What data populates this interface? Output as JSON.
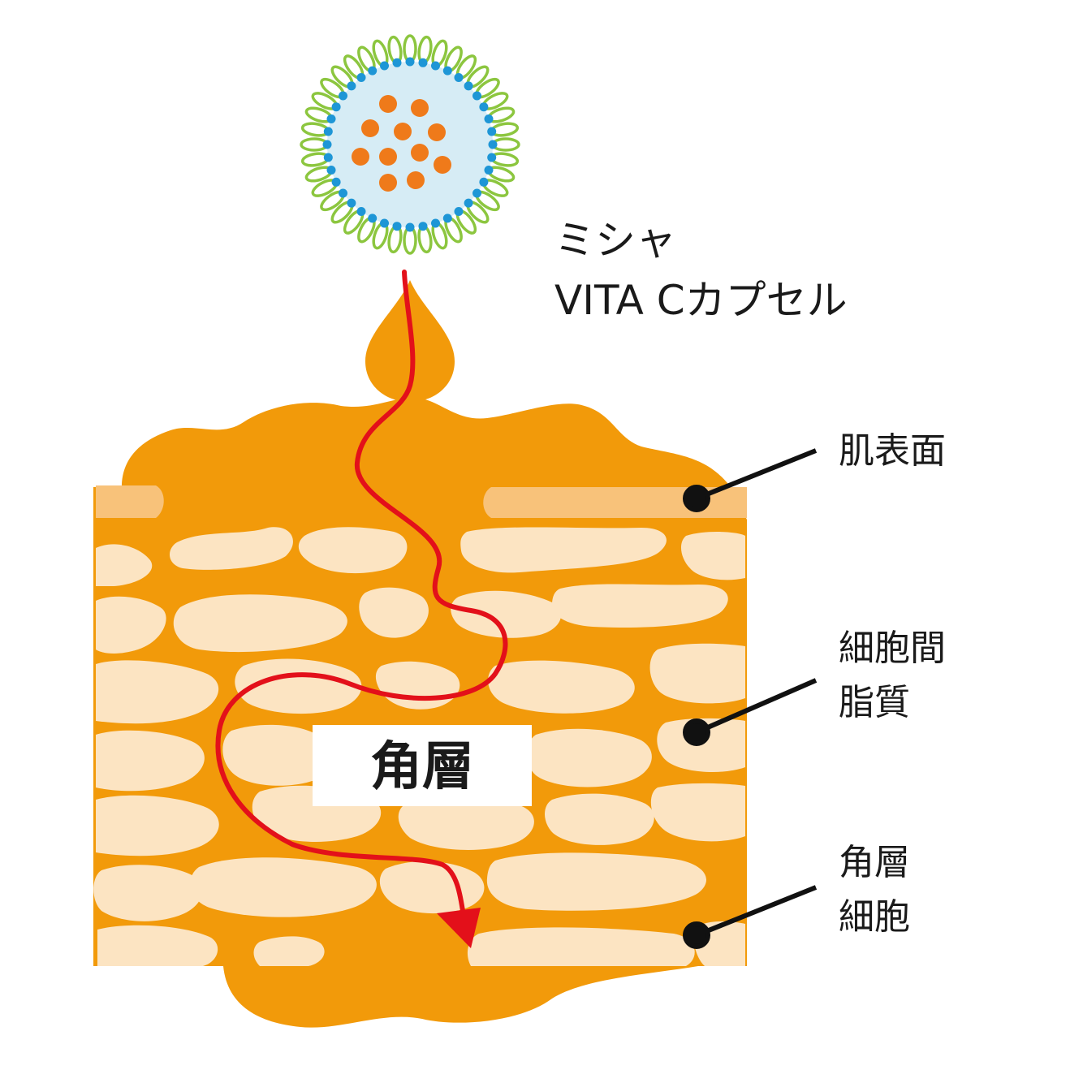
{
  "capsule": {
    "name_line1": "ミシャ",
    "name_line2": "VITA Cカプセル"
  },
  "center_label": "角層",
  "callouts": {
    "skin_surface": "肌表面",
    "intercellular_lipid_line1": "細胞間",
    "intercellular_lipid_line2": "脂質",
    "corneocyte_line1": "角層",
    "corneocyte_line2": "細胞"
  },
  "colors": {
    "lipid_orange": "#F29A0A",
    "cell_cream": "#FCE4C2",
    "surface_band": "#F8C27A",
    "arrow_red": "#E3101A",
    "capsule_core": "#D6ECF5",
    "capsule_dots": "#EF7A1A",
    "membrane_blue": "#1E96D6",
    "membrane_green": "#8CC63F",
    "leader_line": "#111111"
  }
}
